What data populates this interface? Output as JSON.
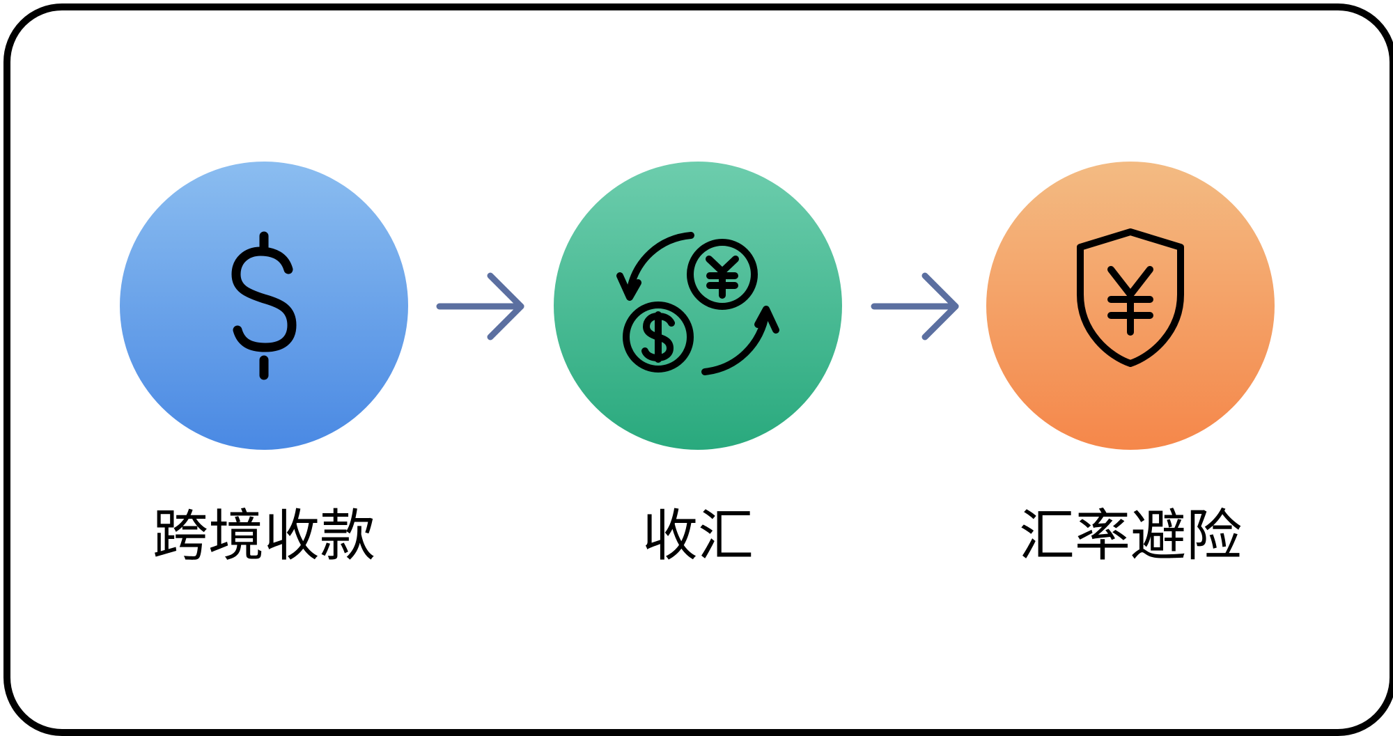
{
  "steps": [
    {
      "label": "跨境收款",
      "icon": "dollar-sign-icon",
      "color_top": "#8bbdf0",
      "color_bottom": "#4a89e3"
    },
    {
      "label": "收汇",
      "icon": "currency-exchange-icon",
      "color_top": "#6dcdad",
      "color_bottom": "#29a97d"
    },
    {
      "label": "汇率避险",
      "icon": "yuan-shield-icon",
      "color_top": "#f3bb83",
      "color_bottom": "#f5874a"
    }
  ],
  "connector_color": "#5b6fa0"
}
